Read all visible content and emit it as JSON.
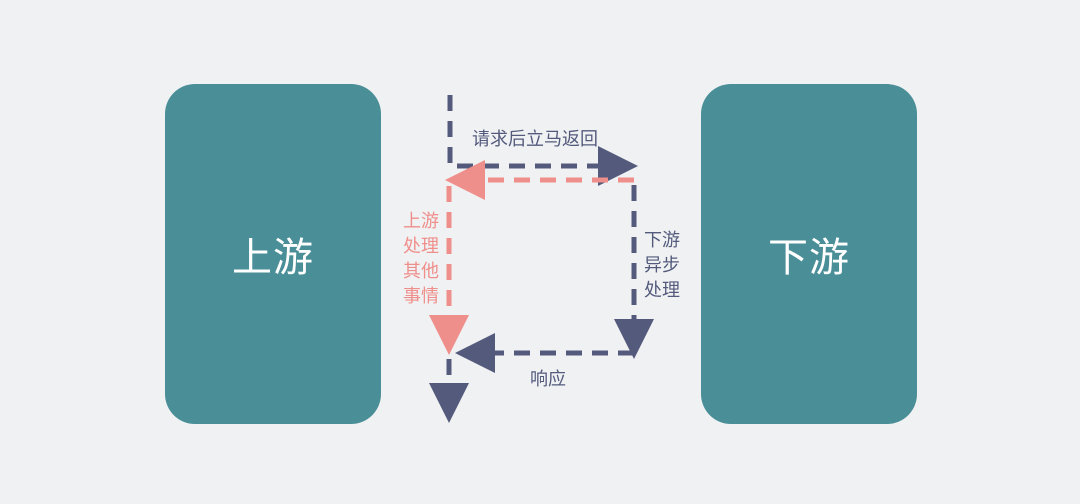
{
  "nodes": {
    "upstream": "上游",
    "downstream": "下游"
  },
  "labels": {
    "request_return": "请求后立马返回",
    "downstream_async": "下游\n异步\n处理",
    "upstream_other": "上游\n处理\n其他\n事情",
    "response": "响应"
  },
  "colors": {
    "background": "#f0f1f3",
    "box": "#4a8f98",
    "main_flow": "#535a7c",
    "upstream_flow": "#ef8f8b",
    "box_text": "#ffffff"
  }
}
